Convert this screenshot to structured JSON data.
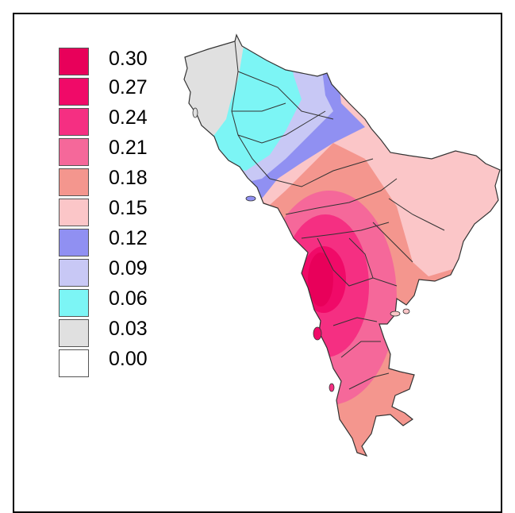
{
  "legend": {
    "items": [
      {
        "label": "0.30",
        "color": "#e8005a"
      },
      {
        "label": "0.27",
        "color": "#f00a68"
      },
      {
        "label": "0.24",
        "color": "#f52f82"
      },
      {
        "label": "0.21",
        "color": "#f5689a"
      },
      {
        "label": "0.18",
        "color": "#f4968e"
      },
      {
        "label": "0.15",
        "color": "#fbc6c8"
      },
      {
        "label": "0.12",
        "color": "#9090f2"
      },
      {
        "label": "0.09",
        "color": "#c8c8f5"
      },
      {
        "label": "0.06",
        "color": "#7cf5f5"
      },
      {
        "label": "0.03",
        "color": "#e0e0e0"
      },
      {
        "label": "0.00",
        "color": "#ffffff"
      }
    ]
  }
}
